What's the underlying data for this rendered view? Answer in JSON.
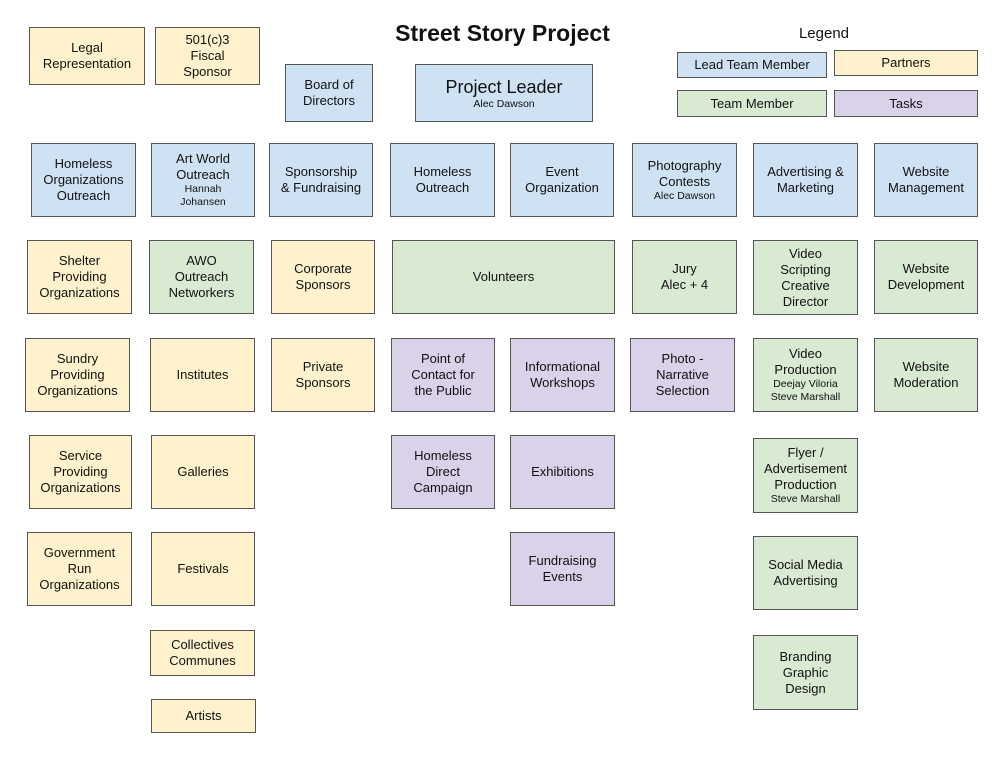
{
  "title": "Street Story Project",
  "legend": {
    "title": "Legend",
    "lead_team_member": "Lead Team Member",
    "partners": "Partners",
    "team_member": "Team Member",
    "tasks": "Tasks"
  },
  "colors": {
    "lead_team_member": "#cfe2f3",
    "partners": "#fff2cc",
    "team_member": "#d9ead3",
    "tasks": "#d9d2e9"
  },
  "nodes": {
    "project_leader": {
      "label": "Project Leader",
      "person": "Alec Dawson"
    },
    "board": {
      "label": "Board of\nDirectors"
    },
    "legal": {
      "label": "Legal\nRepresentation"
    },
    "fiscal": {
      "label": "501(c)3\nFiscal\nSponsor"
    },
    "homeless_org_outreach": {
      "label": "Homeless\nOrganizations\nOutreach"
    },
    "art_world_outreach": {
      "label": "Art World\nOutreach",
      "person": "Hannah\nJohansen"
    },
    "sponsorship": {
      "label": "Sponsorship\n& Fundraising"
    },
    "homeless_outreach": {
      "label": "Homeless\nOutreach"
    },
    "event_org": {
      "label": "Event\nOrganization"
    },
    "photo_contests": {
      "label": "Photography\nContests",
      "person": "Alec Dawson"
    },
    "advertising": {
      "label": "Advertising &\nMarketing"
    },
    "website_mgmt": {
      "label": "Website\nManagement"
    },
    "shelter": {
      "label": "Shelter\nProviding\nOrganizations"
    },
    "awo": {
      "label": "AWO\nOutreach\nNetworkers"
    },
    "corporate": {
      "label": "Corporate\nSponsors"
    },
    "volunteers": {
      "label": "Volunteers"
    },
    "jury": {
      "label": "Jury\nAlec + 4"
    },
    "video_scripting": {
      "label": "Video\nScripting\nCreative\nDirector"
    },
    "website_dev": {
      "label": "Website\nDevelopment"
    },
    "sundry": {
      "label": "Sundry\nProviding\nOrganizations"
    },
    "institutes": {
      "label": "Institutes"
    },
    "private": {
      "label": "Private\nSponsors"
    },
    "point_of_contact": {
      "label": "Point of\nContact for\nthe Public"
    },
    "info_workshops": {
      "label": "Informational\nWorkshops"
    },
    "photo_narrative": {
      "label": "Photo -\nNarrative\nSelection"
    },
    "video_production": {
      "label": "Video\nProduction",
      "person": "Deejay Viloria\nSteve Marshall"
    },
    "website_mod": {
      "label": "Website\nModeration"
    },
    "service": {
      "label": "Service\nProviding\nOrganizations"
    },
    "galleries": {
      "label": "Galleries"
    },
    "homeless_direct": {
      "label": "Homeless\nDirect\nCampaign"
    },
    "exhibitions": {
      "label": "Exhibitions"
    },
    "flyer": {
      "label": "Flyer /\nAdvertisement\nProduction",
      "person": "Steve Marshall"
    },
    "government": {
      "label": "Government\nRun\nOrganizations"
    },
    "festivals": {
      "label": "Festivals"
    },
    "fundraising_events": {
      "label": "Fundraising\nEvents"
    },
    "social_media": {
      "label": "Social Media\nAdvertising"
    },
    "collectives": {
      "label": "Collectives\nCommunes"
    },
    "branding": {
      "label": "Branding\nGraphic\nDesign"
    },
    "artists": {
      "label": "Artists"
    }
  }
}
